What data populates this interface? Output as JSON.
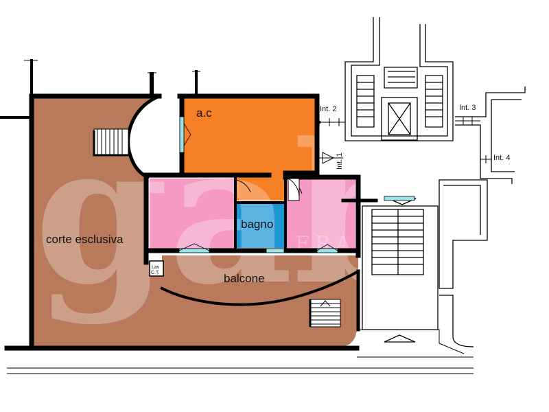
{
  "rooms": {
    "ac": "a.c",
    "bagno": "bagno",
    "corte": "corte esclusiva",
    "balcone": "balcone",
    "ct": "C.T."
  },
  "interior_labels": {
    "int1": "Int. 1",
    "int2": "Int. 2",
    "int3": "Int. 3",
    "int4": "Int. 4",
    "lav": "Lav"
  },
  "watermark": {
    "main": "gab",
    "sub": "FRAB"
  },
  "colors": {
    "corte": "#b87a5a",
    "ac": "#f68026",
    "bedroom": "#f49ac4",
    "bagno": "#1a96d4",
    "wall": "#000000",
    "window": "#9fe3ea"
  }
}
